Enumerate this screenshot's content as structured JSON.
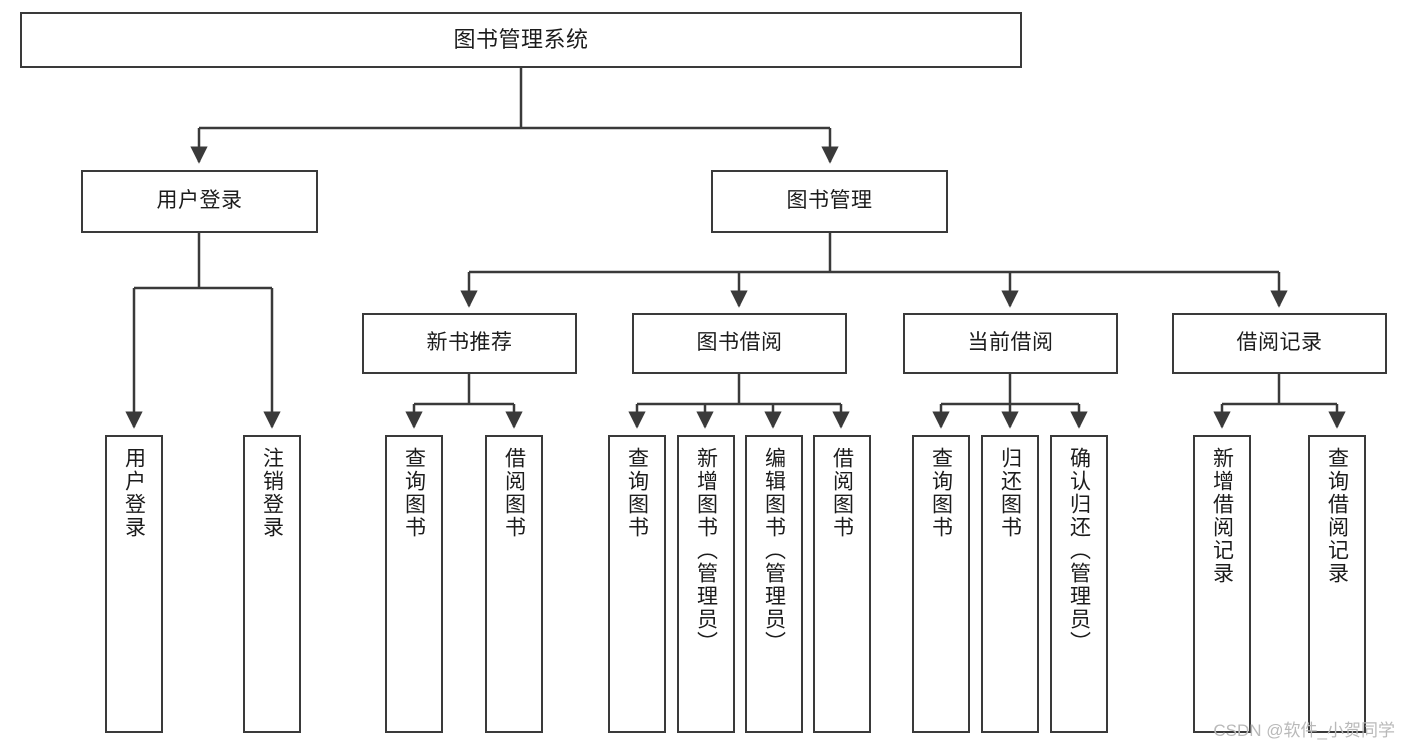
{
  "diagram": {
    "type": "tree",
    "title": "图书管理系统",
    "watermark": "CSDN @软件_小贺同学",
    "colors": {
      "stroke": "#3a3a3a",
      "fill": "#ffffff",
      "text": "#1c1c1c",
      "watermark": "#b9b9b9"
    },
    "nodes": {
      "root": {
        "label": "图书管理系统"
      },
      "level2": [
        {
          "id": "user-login",
          "label": "用户登录"
        },
        {
          "id": "book-manage",
          "label": "图书管理"
        }
      ],
      "level3": [
        {
          "id": "new-book-recommend",
          "label": "新书推荐"
        },
        {
          "id": "book-borrow",
          "label": "图书借阅"
        },
        {
          "id": "current-borrow",
          "label": "当前借阅"
        },
        {
          "id": "borrow-record",
          "label": "借阅记录"
        }
      ],
      "leaves": {
        "user-login": [
          {
            "id": "leaf-user-login",
            "label": "用户登录"
          },
          {
            "id": "leaf-logout-login",
            "label": "注销登录"
          }
        ],
        "new-book-recommend": [
          {
            "id": "leaf-query-book-1",
            "label": "查询图书"
          },
          {
            "id": "leaf-borrow-book-1",
            "label": "借阅图书"
          }
        ],
        "book-borrow": [
          {
            "id": "leaf-query-book-2",
            "label": "查询图书"
          },
          {
            "id": "leaf-add-book",
            "label": "新增图书（管理员）"
          },
          {
            "id": "leaf-edit-book",
            "label": "编辑图书（管理员）"
          },
          {
            "id": "leaf-borrow-book-2",
            "label": "借阅图书"
          }
        ],
        "current-borrow": [
          {
            "id": "leaf-query-book-3",
            "label": "查询图书"
          },
          {
            "id": "leaf-return-book",
            "label": "归还图书"
          },
          {
            "id": "leaf-confirm-return",
            "label": "确认归还（管理员）"
          }
        ],
        "borrow-record": [
          {
            "id": "leaf-add-record",
            "label": "新增借阅记录"
          },
          {
            "id": "leaf-query-record",
            "label": "查询借阅记录"
          }
        ]
      }
    }
  }
}
